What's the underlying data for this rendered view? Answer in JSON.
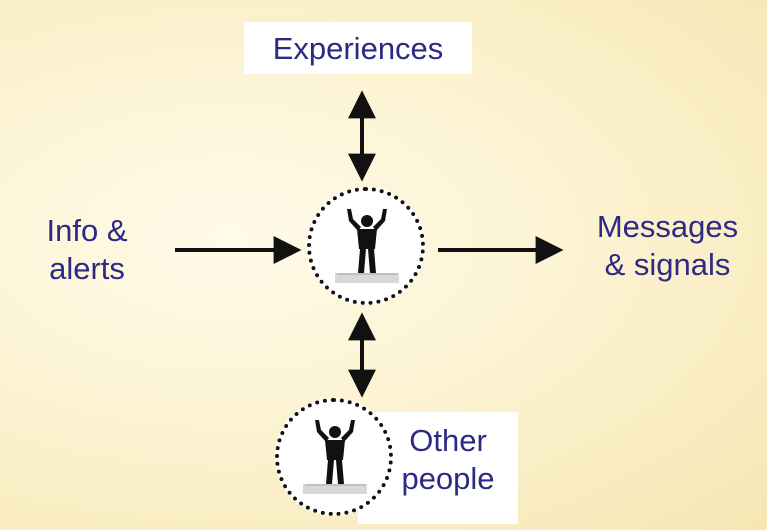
{
  "nodes": {
    "top": "Experiences",
    "left": "Info &\nalerts",
    "right": "Messages\n& signals",
    "bottom": "Other\npeople"
  },
  "colors": {
    "label_text": "#2d2a86",
    "arrow": "#111111",
    "background": "#fcf3d2"
  },
  "icons": {
    "center_figure": "person-arms-raised-icon",
    "bottom_figure": "person-arms-raised-icon"
  }
}
